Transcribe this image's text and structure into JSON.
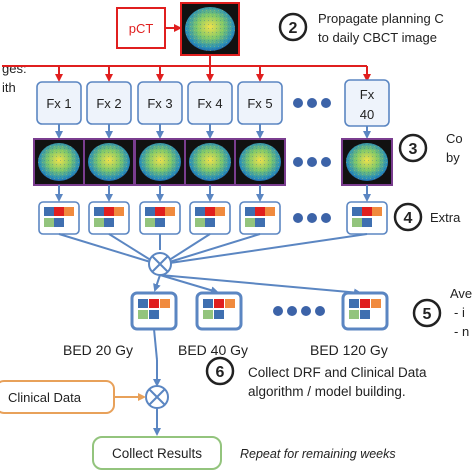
{
  "pct_label": "pCT",
  "step2": {
    "num": "2",
    "line1": "Propagate planning C",
    "line2": "to daily CBCT image"
  },
  "left_text": {
    "line1": "ges:",
    "line2": "ith"
  },
  "fractions": [
    "Fx 1",
    "Fx 2",
    "Fx 3",
    "Fx 4",
    "Fx 5"
  ],
  "last_fraction": {
    "line1": "Fx",
    "line2": "40"
  },
  "step3": {
    "num": "3",
    "line1": "Co",
    "line2": "by"
  },
  "step4": {
    "num": "4",
    "text": "Extra"
  },
  "step5": {
    "num": "5",
    "line1": "Ave",
    "line2": "- i",
    "line3": "- n"
  },
  "bed_labels": [
    "BED 20 Gy",
    "BED 40 Gy",
    "BED 120 Gy"
  ],
  "clinical_data": "Clinical Data",
  "step6": {
    "num": "6",
    "line1": "Collect DRF and Clinical Data",
    "line2": "algorithm / model building."
  },
  "collect_results": "Collect Results",
  "repeat_note": "Repeat for remaining weeks",
  "colors": {
    "red": "#e01f1f",
    "blue": "#5b86c2",
    "boxfill": "#eef3fb",
    "orange": "#f08a3e",
    "green": "#93c47d",
    "clinical": "#e8a15a"
  }
}
